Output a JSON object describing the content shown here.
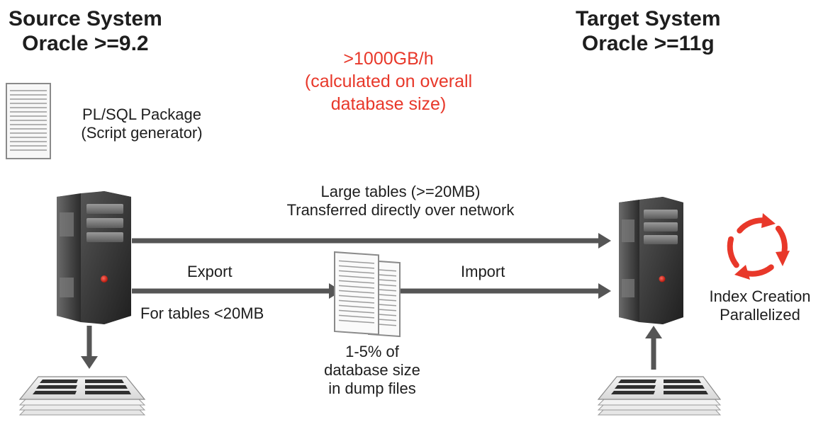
{
  "source": {
    "title_line1": "Source System",
    "title_line2": "Oracle >=9.2"
  },
  "target": {
    "title_line1": "Target System",
    "title_line2": "Oracle >=11g"
  },
  "throughput": {
    "line1": ">1000GB/h",
    "line2": "(calculated on overall",
    "line3": "database size)"
  },
  "plsql": {
    "line1": "PL/SQL Package",
    "line2": "(Script generator)"
  },
  "large_tables": {
    "line1": "Large tables (>=20MB)",
    "line2": "Transferred directly over network"
  },
  "export_label": "Export",
  "small_tables_label": "For tables <20MB",
  "import_label": "Import",
  "dump": {
    "line1": "1-5% of",
    "line2": "database size",
    "line3": "in dump files"
  },
  "index": {
    "line1": "Index Creation",
    "line2": "Parallelized"
  },
  "colors": {
    "accent": "#e8382a",
    "arrow": "#555555",
    "server_body": "#3a3a3a",
    "doc_stroke": "#8a8a8a"
  },
  "icons": [
    "document-icon",
    "server-icon",
    "dump-files-icon",
    "data-sheets-icon",
    "cycle-arrows-icon"
  ]
}
